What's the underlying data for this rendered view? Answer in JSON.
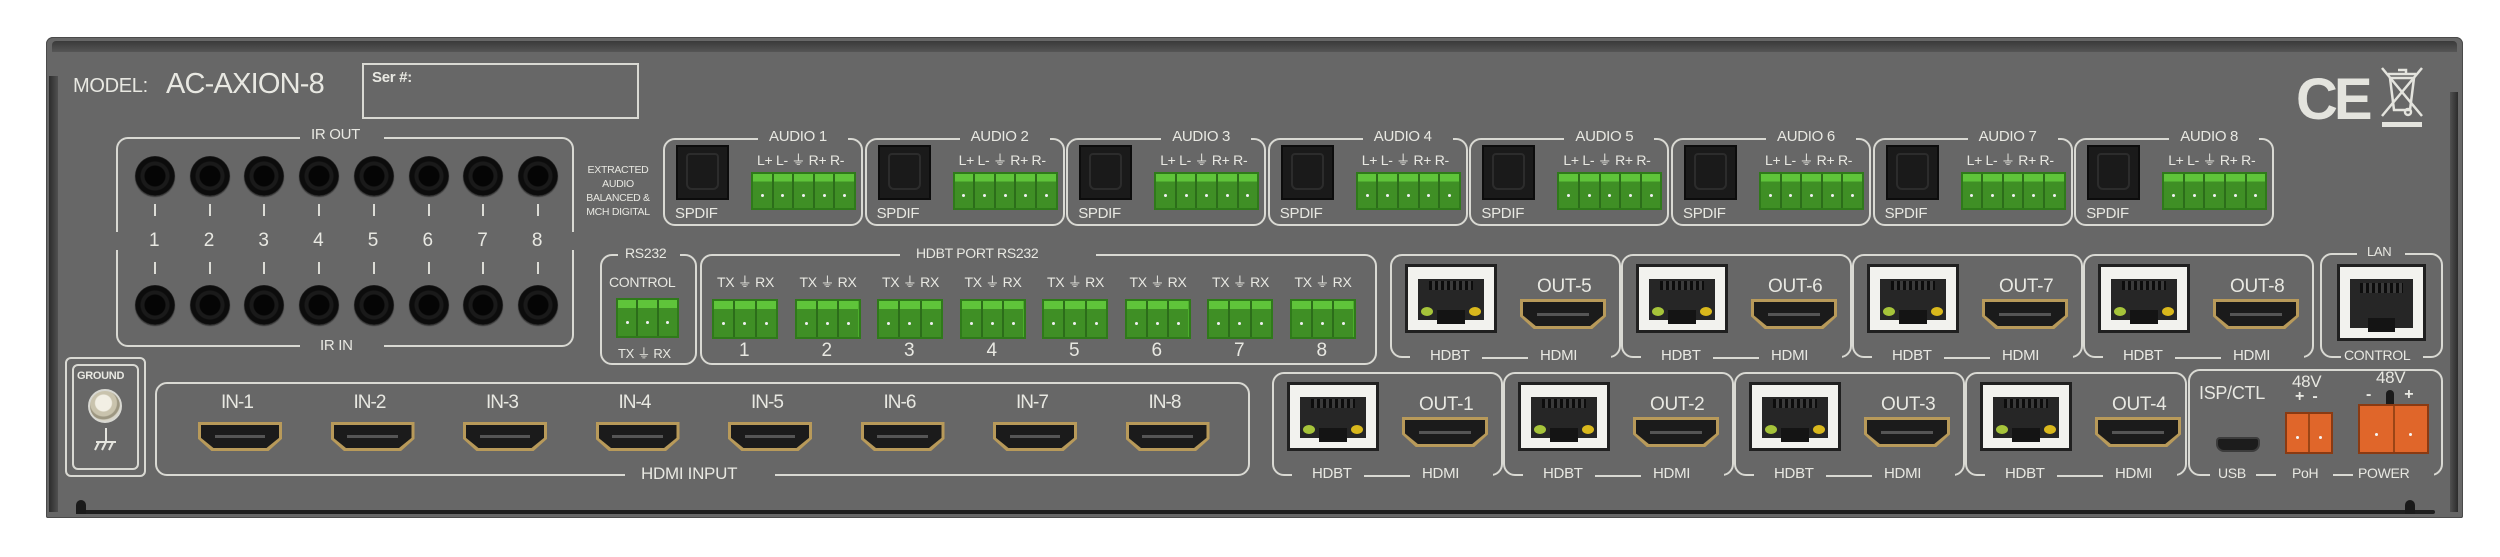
{
  "device": {
    "model_label": "MODEL:",
    "model_name": "AC-AXION-8",
    "serial_label": "Ser #:",
    "ce_mark": "CE",
    "weee_icon": "weee-crossed-bin-icon"
  },
  "ir": {
    "out_label": "IR OUT",
    "in_label": "IR IN",
    "channels": [
      "1",
      "2",
      "3",
      "4",
      "5",
      "6",
      "7",
      "8"
    ]
  },
  "extracted_audio": {
    "lines": [
      "EXTRACTED",
      "AUDIO",
      "BALANCED &",
      "MCH DIGITAL"
    ]
  },
  "audio": {
    "pin_label": "L+ L- ⏚ R+ R-",
    "spdif_label": "SPDIF",
    "groups": [
      {
        "label": "AUDIO 1"
      },
      {
        "label": "AUDIO 2"
      },
      {
        "label": "AUDIO 3"
      },
      {
        "label": "AUDIO 4"
      },
      {
        "label": "AUDIO 5"
      },
      {
        "label": "AUDIO 6"
      },
      {
        "label": "AUDIO 7"
      },
      {
        "label": "AUDIO 8"
      }
    ]
  },
  "rs232": {
    "title": "RS232",
    "control_label": "CONTROL",
    "pin_label": "TX ⏚ RX"
  },
  "hdbt_rs232": {
    "title": "HDBT PORT RS232",
    "pin_label": "TX ⏚ RX",
    "ports": [
      "1",
      "2",
      "3",
      "4",
      "5",
      "6",
      "7",
      "8"
    ]
  },
  "ground": {
    "label": "GROUND",
    "symbol": "⏚"
  },
  "hdmi_input": {
    "title": "HDMI INPUT",
    "ports": [
      "IN-1",
      "IN-2",
      "IN-3",
      "IN-4",
      "IN-5",
      "IN-6",
      "IN-7",
      "IN-8"
    ]
  },
  "outputs": {
    "hdbt_label": "HDBT",
    "hdmi_label": "HDMI",
    "top_row": [
      "OUT-5",
      "OUT-6",
      "OUT-7",
      "OUT-8"
    ],
    "bottom_row": [
      "OUT-1",
      "OUT-2",
      "OUT-3",
      "OUT-4"
    ]
  },
  "lan": {
    "title": "LAN",
    "sub_label": "CONTROL"
  },
  "power": {
    "isp_label": "ISP/CTL",
    "poh_voltage": "48V",
    "poh_polarity": "+  -",
    "power_voltage": "48V",
    "power_polarity": "-        +",
    "usb_label": "USB",
    "poh_label": "PoH",
    "power_label": "POWER"
  },
  "colors": {
    "panel": "#676767",
    "silkscreen": "#e8e8e2",
    "terminal_green": "#4cae2c",
    "terminal_orange": "#e0662a",
    "hdmi_gold": "#b89a5a"
  }
}
